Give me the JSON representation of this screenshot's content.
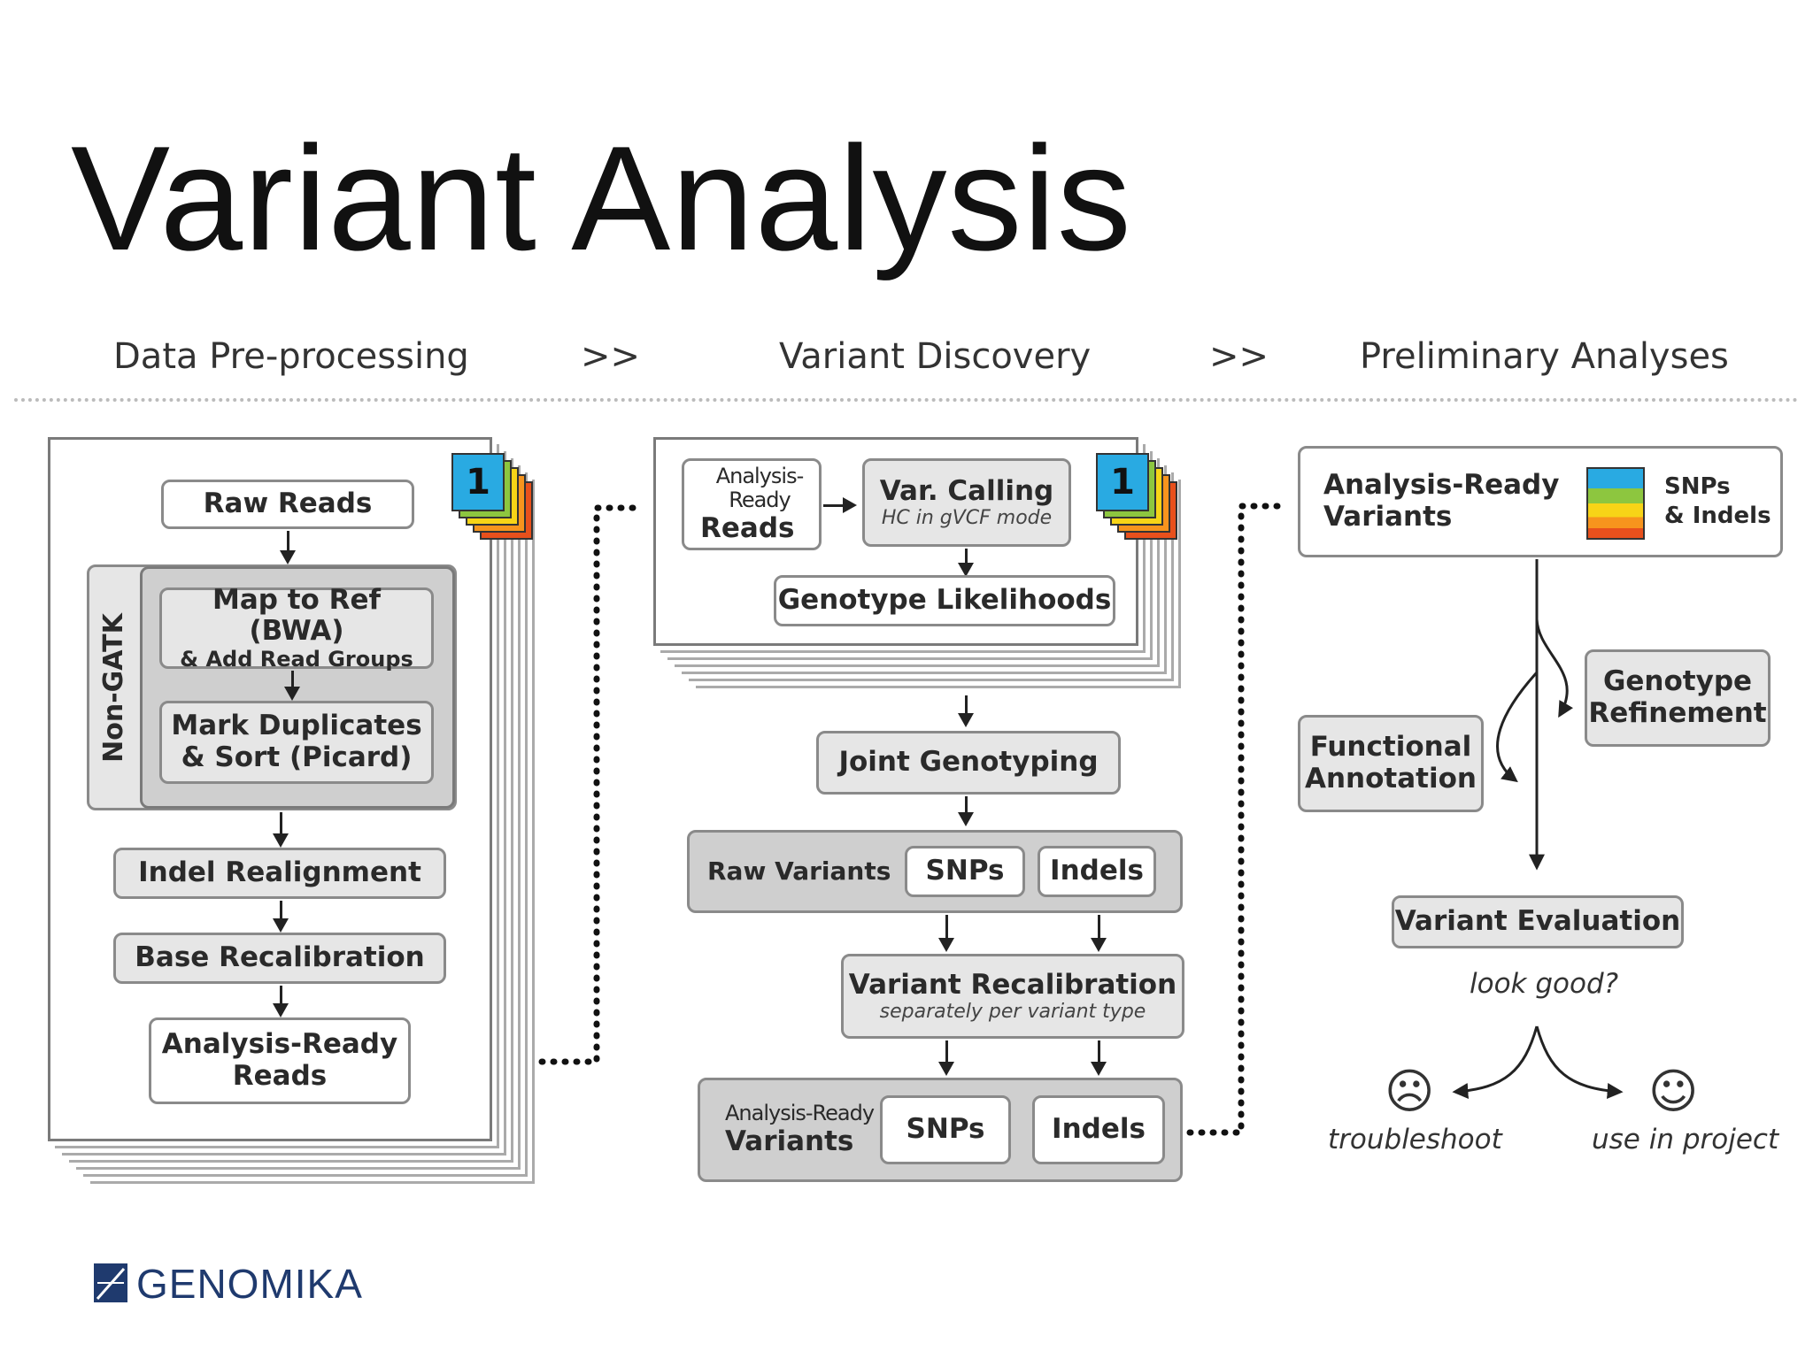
{
  "title": "Variant Analysis",
  "phases": {
    "p1": "Data Pre-processing",
    "sep1": ">>",
    "p2": "Variant Discovery",
    "sep2": ">>",
    "p3": "Preliminary Analyses"
  },
  "preprocessing": {
    "raw_reads": "Raw Reads",
    "non_gatk": "Non-GATK",
    "map_line1": "Map to Ref (BWA)",
    "map_line2": "& Add Read Groups",
    "mark_line1": "Mark Duplicates",
    "mark_line2": "& Sort (Picard)",
    "indel_realign": "Indel Realignment",
    "base_recal": "Base Recalibration",
    "ready_line1": "Analysis-Ready",
    "ready_line2": "Reads",
    "badge": "1"
  },
  "discovery": {
    "ready_line1": "Analysis-Ready",
    "ready_line2": "Reads",
    "var_calling": "Var. Calling",
    "var_calling_sub": "HC in gVCF mode",
    "genotype_likelihoods": "Genotype Likelihoods",
    "badge": "1",
    "joint_genotyping": "Joint Genotyping",
    "raw_variants": "Raw Variants",
    "snps": "SNPs",
    "indels": "Indels",
    "var_recal": "Variant Recalibration",
    "var_recal_sub": "separately per variant type",
    "arv_line1": "Analysis-Ready",
    "arv_line2": "Variants",
    "snps2": "SNPs",
    "indels2": "Indels"
  },
  "analyses": {
    "arv_line1": "Analysis-Ready",
    "arv_line2": "Variants",
    "snps_line1": "SNPs",
    "snps_line2": "& Indels",
    "genotype_ref_line1": "Genotype",
    "genotype_ref_line2": "Refinement",
    "functional_line1": "Functional",
    "functional_line2": "Annotation",
    "variant_eval": "Variant Evaluation",
    "look_good": "look good?",
    "troubleshoot": "troubleshoot",
    "use_in_project": "use in project",
    "sad_icon": "☹",
    "happy_icon": "☺"
  },
  "logo": "GENOMIKA",
  "colors": {
    "badge_blue": "#29aae2",
    "layer_green": "#8dc63f",
    "layer_yellow": "#f7d417",
    "layer_orange": "#f7941d",
    "layer_red": "#e8501c",
    "logo_blue": "#1f3a6e"
  }
}
